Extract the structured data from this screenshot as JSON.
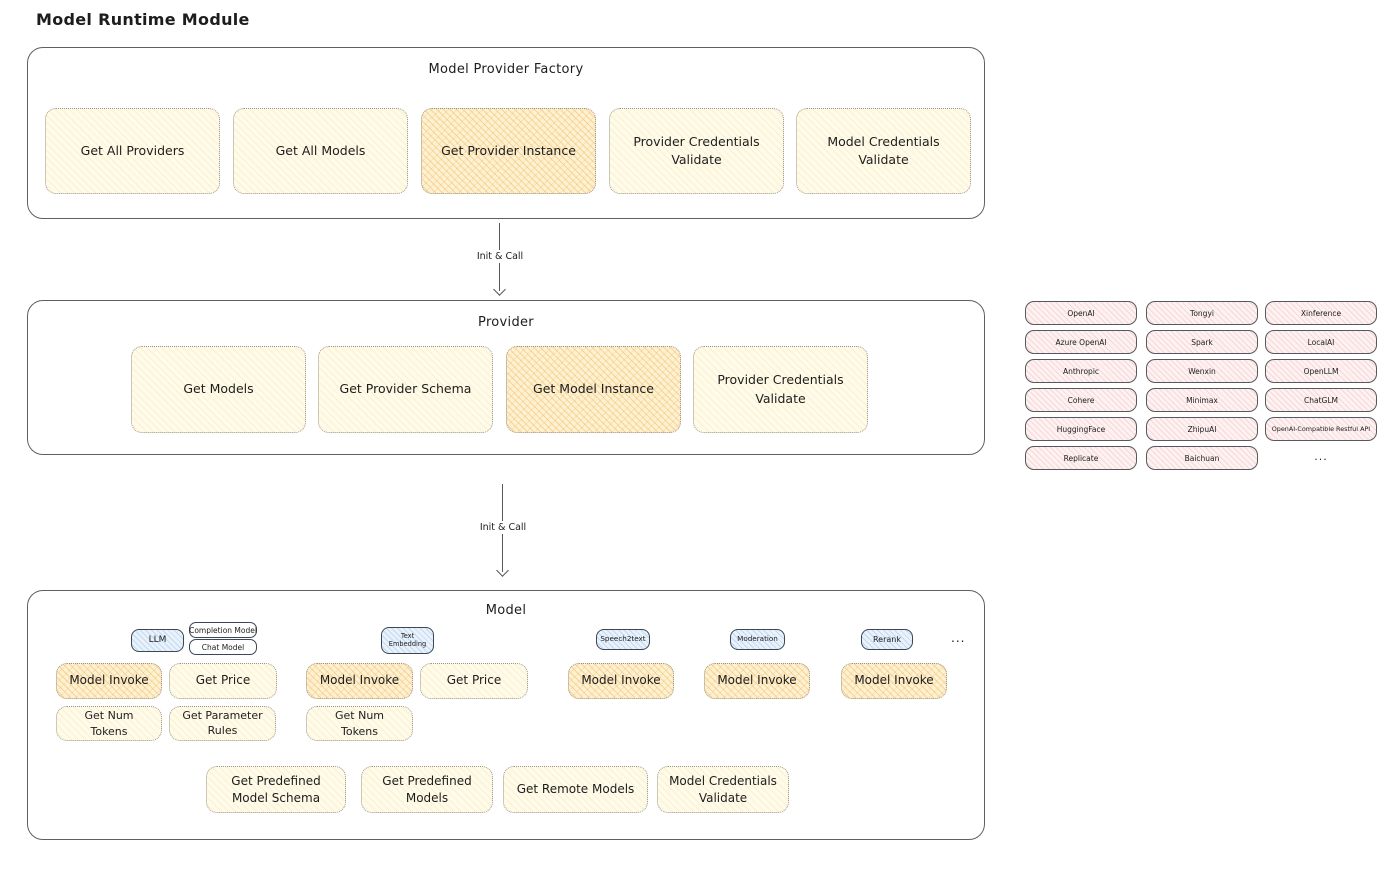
{
  "page_title": "Model Runtime Module",
  "colors": {
    "yellow_box": "#fffbea",
    "orange_highlight": "#fdf1d3",
    "blue_tag": "#e9f2fb",
    "pink_chip": "#fdf1f1",
    "ink": "#1d1d1d"
  },
  "factory": {
    "title": "Model Provider Factory",
    "items": [
      {
        "label": "Get All Providers"
      },
      {
        "label": "Get All Models"
      },
      {
        "label": "Get Provider Instance"
      },
      {
        "label": "Provider Credentials Validate"
      },
      {
        "label": "Model Credentials Validate"
      }
    ]
  },
  "arrow1": {
    "label": "Init & Call"
  },
  "arrow2": {
    "label": "Init & Call"
  },
  "provider": {
    "title": "Provider",
    "items": [
      {
        "label": "Get Models"
      },
      {
        "label": "Get Provider Schema"
      },
      {
        "label": "Get Model Instance"
      },
      {
        "label": "Provider Credentials Validate"
      }
    ]
  },
  "providers_list": {
    "columns": [
      [
        "OpenAI",
        "Azure OpenAI",
        "Anthropic",
        "Cohere",
        "HuggingFace",
        "Replicate"
      ],
      [
        "Tongyi",
        "Spark",
        "Wenxin",
        "Minimax",
        "ZhipuAI",
        "Baichuan"
      ],
      [
        "Xinference",
        "LocalAI",
        "OpenLLM",
        "ChatGLM",
        "OpenAI-Compatible Restful API"
      ]
    ],
    "more_label": "..."
  },
  "model": {
    "title": "Model",
    "tags": {
      "llm": "LLM",
      "completion_model": "Completion Model",
      "chat_model": "Chat Model",
      "text_embedding": "Text Embedding",
      "speech2text": "Speech2text",
      "moderation": "Moderation",
      "rerank": "Rerank"
    },
    "more_label": "...",
    "nodes": {
      "model_invoke": "Model Invoke",
      "get_price": "Get Price",
      "get_num_tokens": "Get Num Tokens",
      "get_parameter_rules": "Get Parameter Rules"
    },
    "bottom_row": [
      "Get Predefined Model Schema",
      "Get Predefined Models",
      "Get Remote Models",
      "Model Credentials Validate"
    ]
  }
}
